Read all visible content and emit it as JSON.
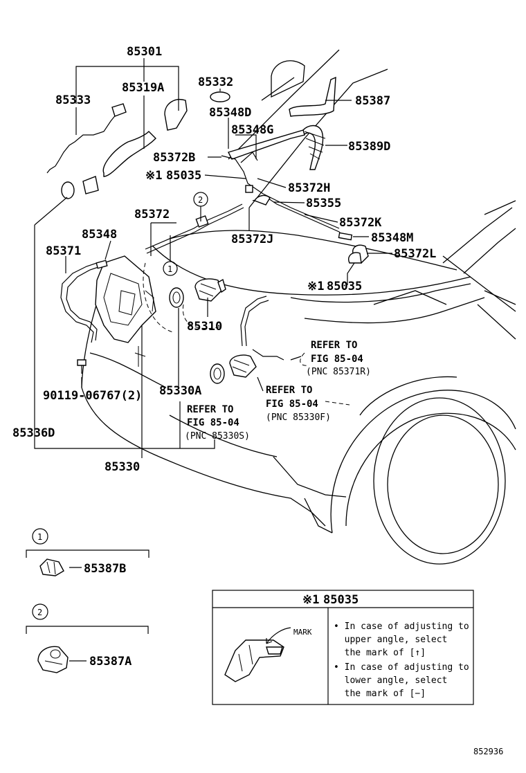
{
  "part_numbers": {
    "p85301": "85301",
    "p85333": "85333",
    "p85319A": "85319A",
    "p85332": "85332",
    "p85348D": "85348D",
    "p85387": "85387",
    "p85348G": "85348G",
    "p85389D": "85389D",
    "p85372B": "85372B",
    "p85035_top": "85035",
    "p85372H": "85372H",
    "p85355": "85355",
    "p85372": "85372",
    "p85372K": "85372K",
    "p85348": "85348",
    "p85372J": "85372J",
    "p85348M": "85348M",
    "p85371": "85371",
    "p85372L": "85372L",
    "p85035_mid": "85035",
    "p85310": "85310",
    "p90119": "90119-06767(2)",
    "p85330A": "85330A",
    "p85336D": "85336D",
    "p85330": "85330",
    "p85387B": "85387B",
    "p85387A": "85387A"
  },
  "markers": {
    "kome": "※1",
    "circle1": "1",
    "circle2": "2"
  },
  "references": {
    "r1_line1": "REFER TO",
    "r1_line2": "FIG 85-04",
    "r1_line3": "(PNC 85371R)",
    "r2_line1": "REFER TO",
    "r2_line2": "FIG 85-04",
    "r2_line3": "(PNC 85330F)",
    "r3_line1": "REFER TO",
    "r3_line2": "FIG 85-04",
    "r3_line3": "(PNC 85330S)"
  },
  "note_box": {
    "header_mark": "※1",
    "header_part": "85035",
    "mark_label": "MARK",
    "lines": [
      "• In case of adjusting to",
      "  upper angle, select",
      "  the mark of [↑]",
      "• In case of adjusting to",
      "  lower angle, select",
      "  the mark of [−]"
    ]
  },
  "figure_number": "852936"
}
